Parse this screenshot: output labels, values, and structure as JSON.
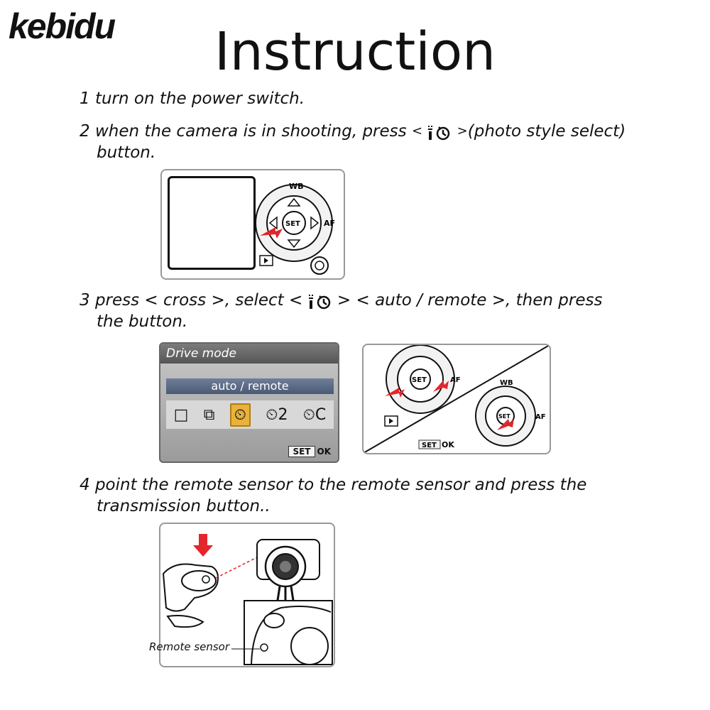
{
  "brand": "kebidu",
  "title": "Instruction",
  "steps": [
    {
      "line1": "1 turn on the power switch."
    },
    {
      "line1_a": "2 when the camera is in shooting, press",
      "lt": "<",
      "gt": ">",
      "line1_b": "(photo style select)",
      "line2": "button."
    },
    {
      "line1_a": "3 press < cross >, select <",
      "line1_b": "> < auto / remote >, then press",
      "line2": "the button."
    },
    {
      "line1": "4 point the remote sensor to the remote sensor and press the",
      "line2": "transmission button.."
    }
  ],
  "figure2": {
    "wb": "WB",
    "set": "SET",
    "af": "AF"
  },
  "figure3": {
    "menu_title": "Drive mode",
    "selection": "auto / remote",
    "icons": [
      "□",
      "⧉",
      "⏲",
      "⏲2",
      "⏲C"
    ],
    "set_label": "SET",
    "ok_label": "OK",
    "wb": "WB",
    "set": "SET",
    "af": "AF"
  },
  "figure4": {
    "caption": "Remote sensor"
  },
  "colors": {
    "arrow": "#e2262b",
    "menu_highlight": "#e9b23a",
    "border": "#999999"
  }
}
